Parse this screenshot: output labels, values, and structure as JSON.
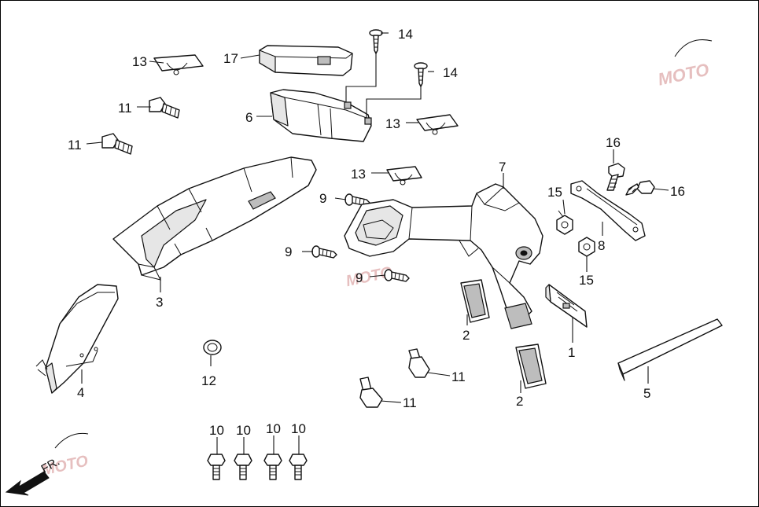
{
  "diagram": {
    "callouts": {
      "c1": "1",
      "c2a": "2",
      "c2b": "2",
      "c3": "3",
      "c4": "4",
      "c5": "5",
      "c6": "6",
      "c7": "7",
      "c8": "8",
      "c9a": "9",
      "c9b": "9",
      "c9c": "9",
      "c10a": "10",
      "c10b": "10",
      "c10c": "10",
      "c10d": "10",
      "c11a": "11",
      "c11b": "11",
      "c11c": "11",
      "c11d": "11",
      "c12": "12",
      "c13a": "13",
      "c13b": "13",
      "c13c": "13",
      "c14a": "14",
      "c14b": "14",
      "c15a": "15",
      "c15b": "15",
      "c16a": "16",
      "c16b": "16",
      "c17": "17"
    },
    "direction_label": "FR.",
    "watermark_text": "MOTO",
    "colors": {
      "line": "#111111",
      "watermark": "#d28b8b"
    }
  }
}
